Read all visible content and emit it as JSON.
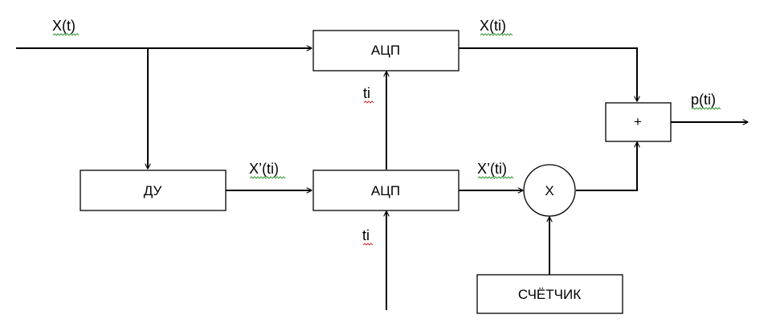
{
  "blocks": {
    "adc_top": "АЦП",
    "adc_bottom": "АЦП",
    "du": "ДУ",
    "counter": "СЧЁТЧИК",
    "multiplier": "X",
    "adder": "+"
  },
  "signals": {
    "input": "X(t)",
    "adc_top_out": "X(ti)",
    "du_out": "X’(ti)",
    "adc_bottom_out": "X’(ti)",
    "ti_top": "ti",
    "ti_bottom": "ti",
    "output": "p(ti)"
  },
  "colors": {
    "line": "#000000",
    "spellcheck_green": "#3a9a3a",
    "spellcheck_red": "#d03030"
  }
}
